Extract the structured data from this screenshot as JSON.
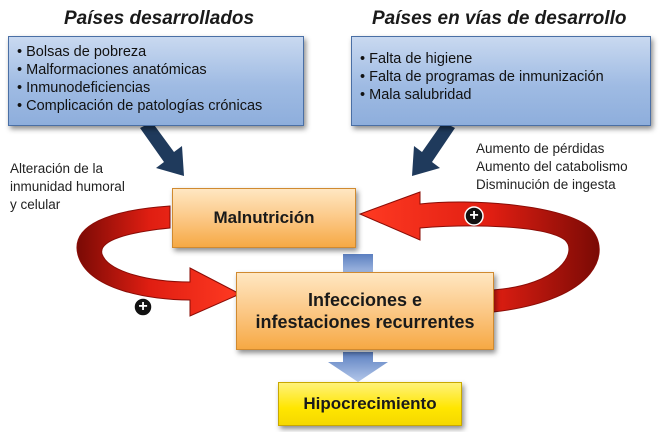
{
  "developed": {
    "heading": "Países desarrollados",
    "items": [
      "Bolsas de pobreza",
      "Malformaciones anatómicas",
      "Inmunodeficiencias",
      "Complicación de patologías crónicas"
    ]
  },
  "developing": {
    "heading": "Países en vías de desarrollo",
    "items": [
      "Falta de higiene",
      "Falta de programas de inmunización",
      "Mala salubridad"
    ]
  },
  "left_note": [
    "Alteración de la",
    "inmunidad humoral",
    "y celular"
  ],
  "right_note": [
    "Aumento de pérdidas",
    "Aumento del catabolismo",
    "Disminución de ingesta"
  ],
  "boxes": {
    "malnutrition": "Malnutrición",
    "infections_line1": "Infecciones e",
    "infections_line2": "infestaciones recurrentes",
    "growth": "Hipocrecimiento"
  },
  "plus_symbol": "+",
  "colors": {
    "cycle_arrow": "#cc1a10",
    "dark_arrow": "#1f3a5c",
    "down_arrow": "#8ea9db"
  }
}
